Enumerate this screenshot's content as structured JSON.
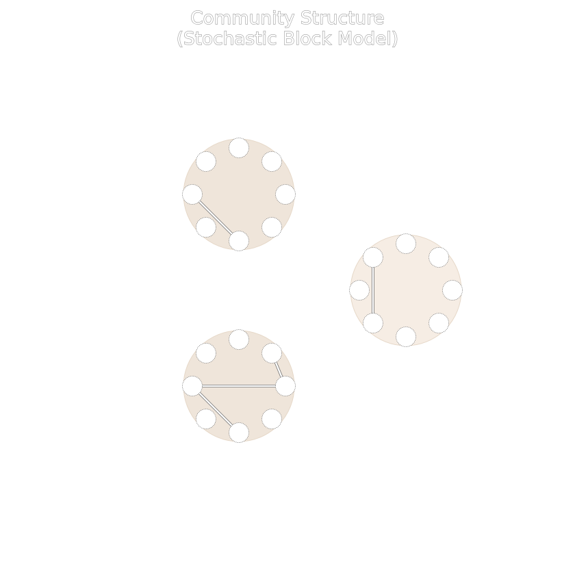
{
  "title": {
    "line1": "Community Structure",
    "line2": "(Stochastic Block Model)"
  },
  "colors": {
    "background": "#ffffff",
    "community_fill_a": "#efe5da",
    "community_fill_b": "#f6ede4",
    "community_stroke": "#e6d8c8",
    "node_fill": "#ffffff",
    "node_stroke": "#7a7a7a",
    "edge_stroke": "#6e6e6e"
  },
  "communities": [
    {
      "id": "block-1",
      "nodes": 8,
      "edges": [
        [
          4,
          6
        ]
      ]
    },
    {
      "id": "block-2",
      "nodes": 8,
      "edges": [
        [
          3,
          5
        ]
      ]
    },
    {
      "id": "block-3",
      "nodes": 8,
      "edges": [
        [
          4,
          6
        ],
        [
          0,
          4
        ],
        [
          1,
          0
        ]
      ]
    }
  ]
}
